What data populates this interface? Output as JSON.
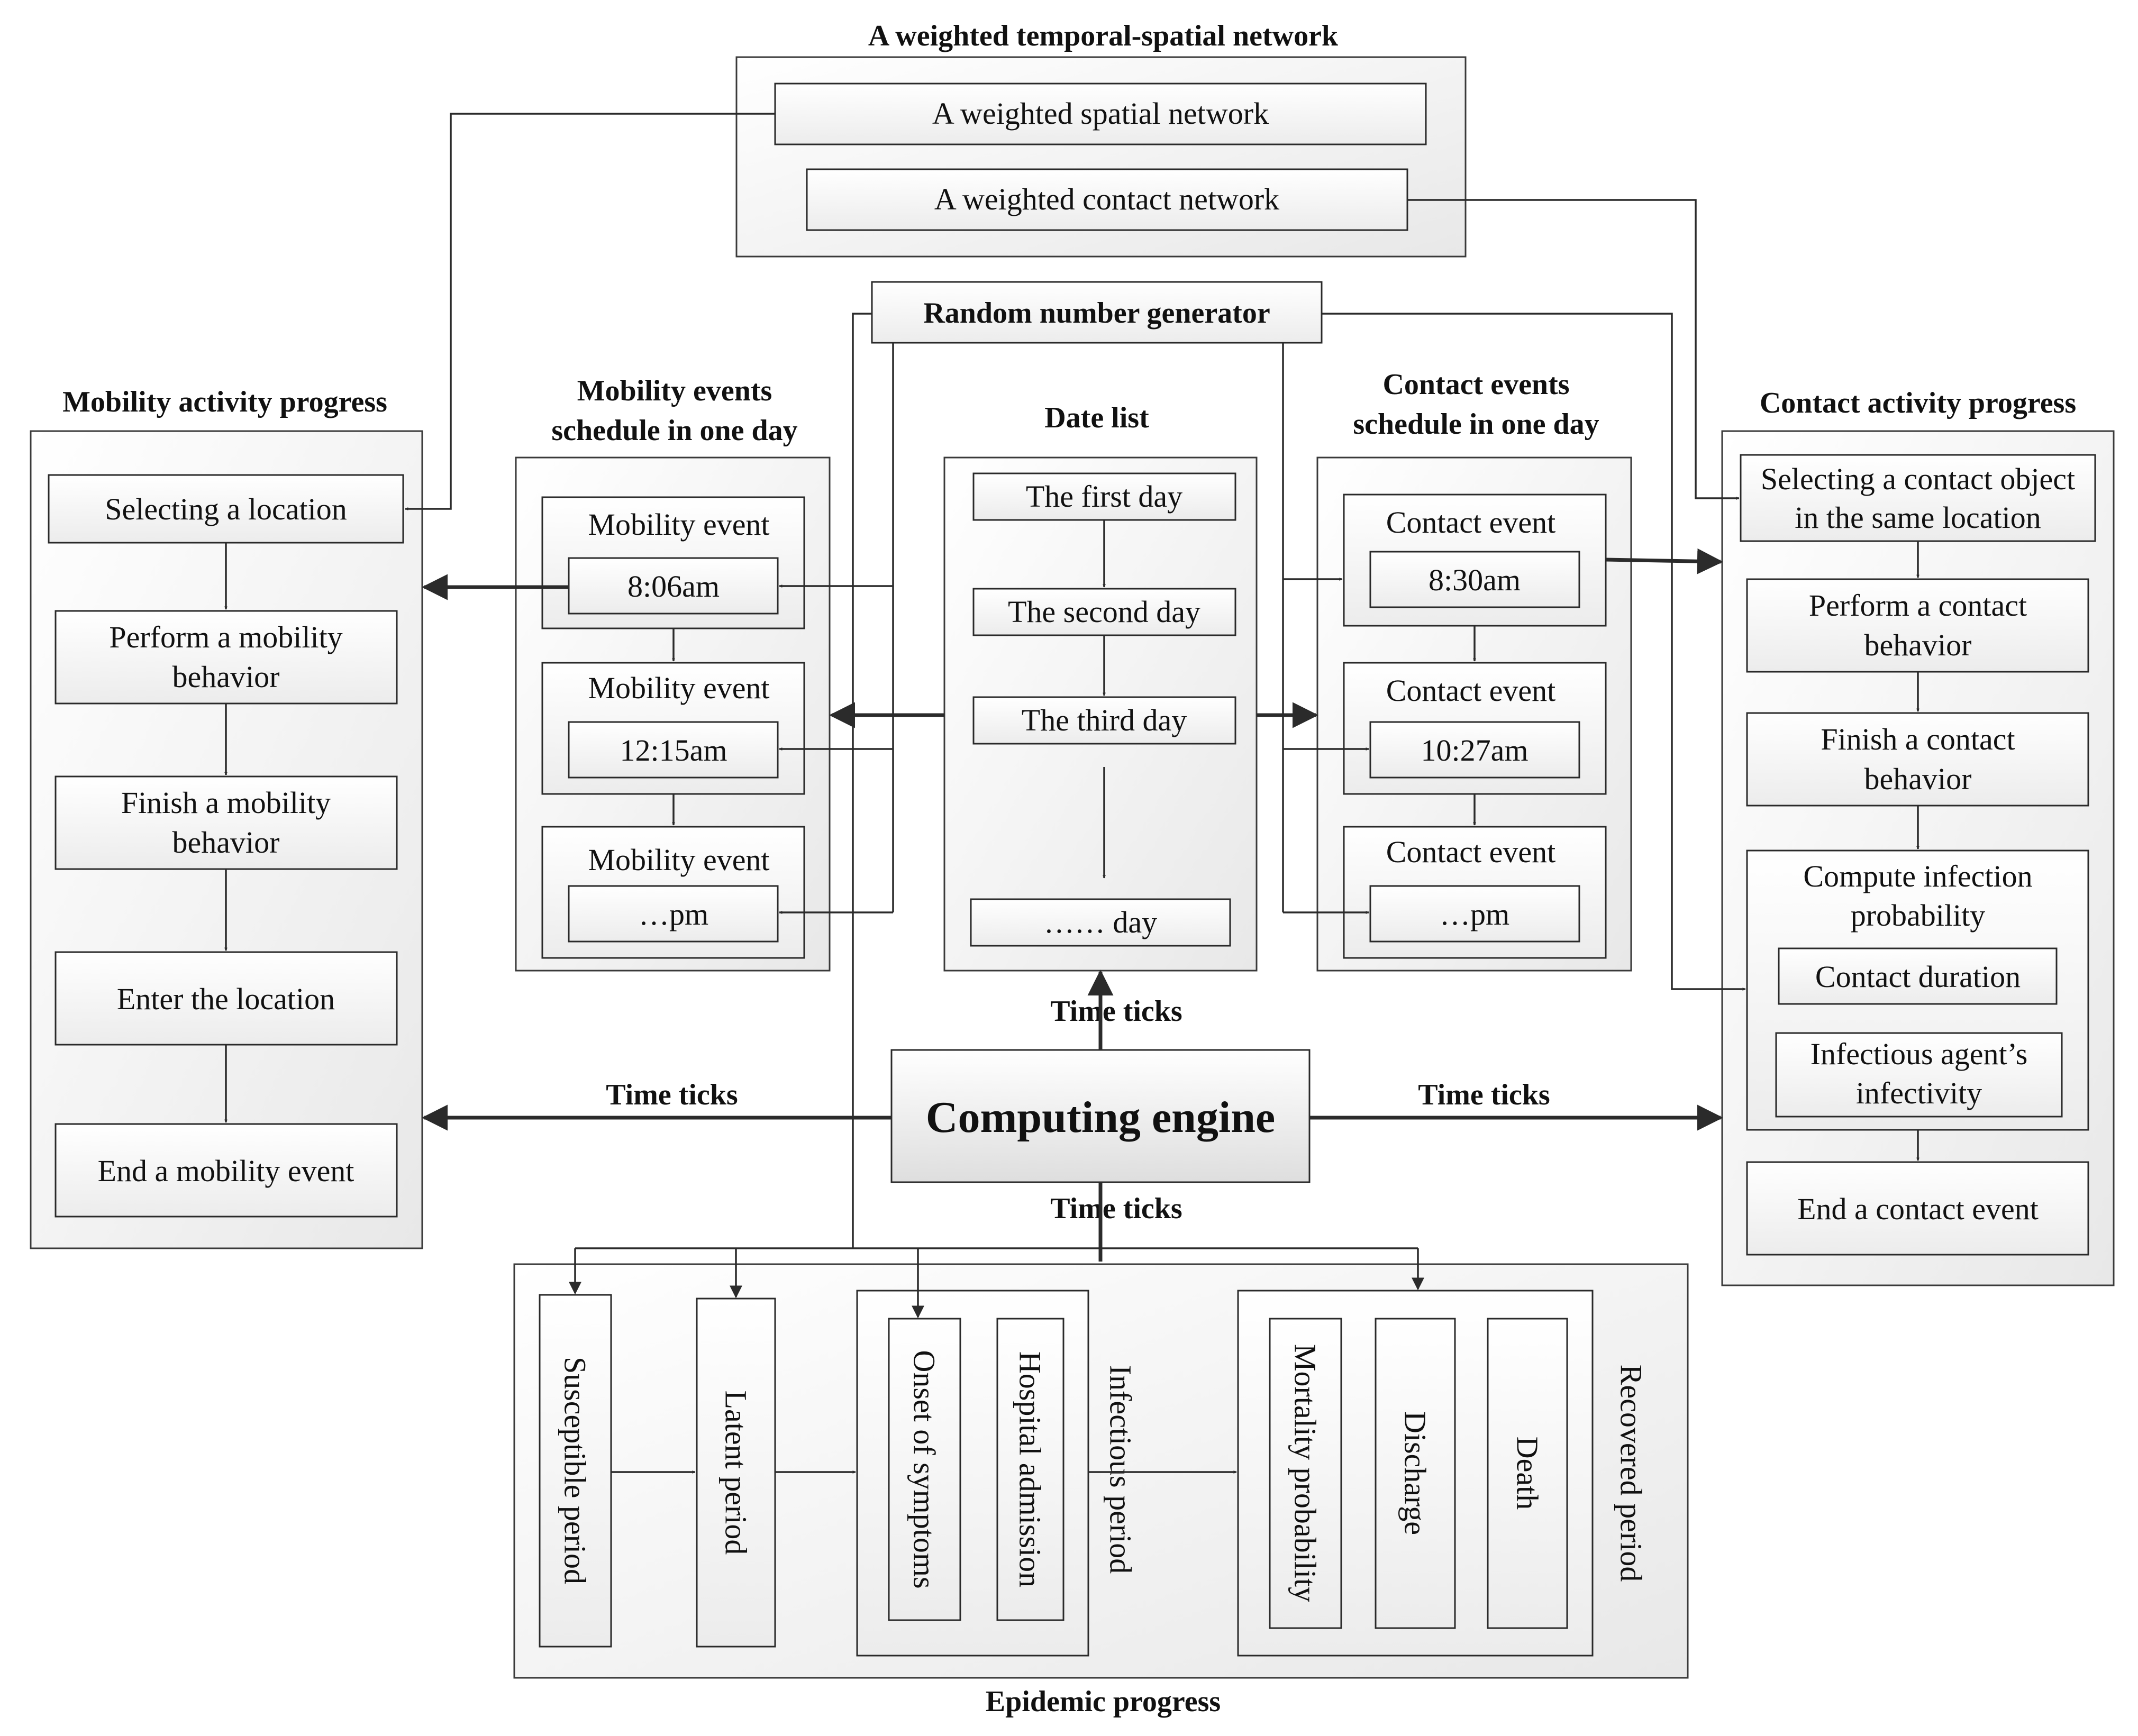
{
  "network": {
    "title": "A weighted temporal-spatial network",
    "spatial": "A weighted spatial network",
    "contact": "A weighted contact network"
  },
  "rng": "Random number generator",
  "date_list": {
    "title": "Date list",
    "days": [
      "The first day",
      "The second day",
      "The third day",
      "…… day"
    ]
  },
  "mobility_schedule": {
    "title_lines": [
      "Mobility events",
      "schedule in one day"
    ],
    "event_label": "Mobility event",
    "times": [
      "8:06am",
      "12:15am",
      "…pm"
    ]
  },
  "contact_schedule": {
    "title_lines": [
      "Contact events",
      "schedule in one day"
    ],
    "event_label": "Contact event",
    "times": [
      "8:30am",
      "10:27am",
      "…pm"
    ]
  },
  "mobility_progress": {
    "title": "Mobility activity progress",
    "steps": [
      [
        "Selecting a location"
      ],
      [
        "Perform a mobility",
        "behavior"
      ],
      [
        "Finish a mobility",
        "behavior"
      ],
      [
        "Enter the location"
      ],
      [
        "End a mobility event"
      ]
    ]
  },
  "contact_progress": {
    "title": "Contact activity progress",
    "step1": [
      "Selecting a contact object",
      "in the same location"
    ],
    "step2": [
      "Perform a contact",
      "behavior"
    ],
    "step3": [
      "Finish a contact",
      "behavior"
    ],
    "compute": [
      "Compute infection",
      "probability"
    ],
    "factors": {
      "duration": [
        "Contact duration"
      ],
      "infectivity": [
        "Infectious agent’s",
        "infectivity"
      ]
    },
    "step_end": [
      "End a contact event"
    ]
  },
  "engine": {
    "label": "Computing engine",
    "ticks": "Time ticks"
  },
  "epidemic": {
    "title": "Epidemic progress",
    "susceptible": "Susceptible period",
    "latent": "Latent period",
    "onset": "Onset of symptoms",
    "admission": "Hospital admission",
    "infectious": "Infectious period",
    "mortality": "Mortality probability",
    "discharge": "Discharge",
    "death": "Death",
    "recovered": "Recovered period"
  }
}
